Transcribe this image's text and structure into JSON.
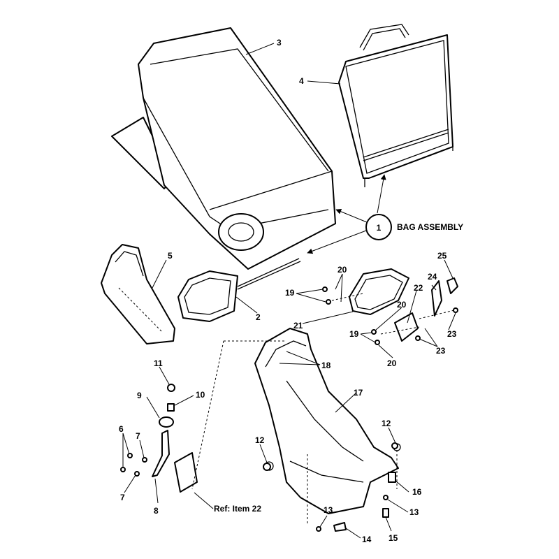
{
  "callout": {
    "number": "1",
    "label": "BAG ASSEMBLY"
  },
  "reference_note": "Ref: Item 22",
  "part_numbers": {
    "p2": "2",
    "p3": "3",
    "p4": "4",
    "p5": "5",
    "p6": "6",
    "p7a": "7",
    "p7b": "7",
    "p8": "8",
    "p9": "9",
    "p10": "10",
    "p11": "11",
    "p12a": "12",
    "p12b": "12",
    "p13a": "13",
    "p13b": "13",
    "p14": "14",
    "p15": "15",
    "p16": "16",
    "p17": "17",
    "p18": "18",
    "p19a": "19",
    "p19b": "19",
    "p20a": "20",
    "p20b": "20",
    "p20c": "20",
    "p21": "21",
    "p22": "22",
    "p23a": "23",
    "p23b": "23",
    "p24": "24",
    "p25": "25"
  }
}
